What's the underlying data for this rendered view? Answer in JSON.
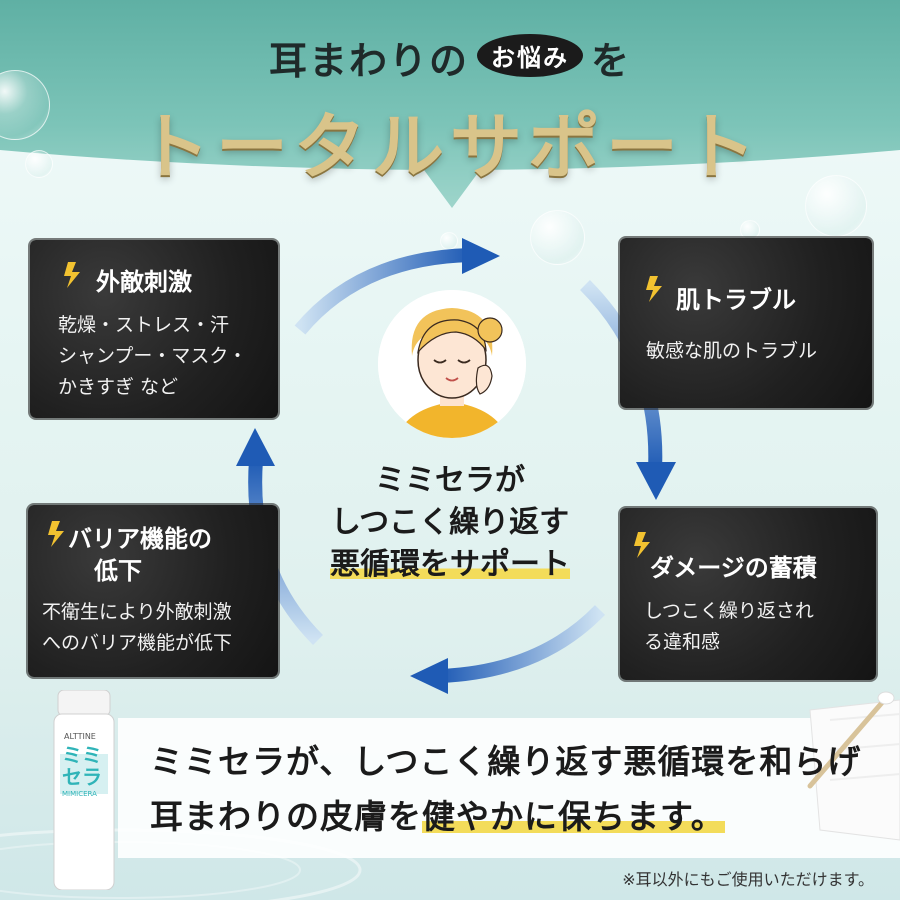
{
  "header": {
    "title_pre": "耳まわりの",
    "title_badge": "お悩み",
    "title_post": "を",
    "title_main": "トータルサポート"
  },
  "boxes": {
    "top_left": {
      "heading": "外敵刺激",
      "lines": [
        "乾燥・ストレス・汗",
        "シャンプー・マスク・",
        "かきすぎ など"
      ]
    },
    "top_right": {
      "heading": "肌トラブル",
      "lines": [
        "敏感な肌のトラブル"
      ]
    },
    "bottom_left": {
      "heading_lines": [
        "バリア機能の",
        "低下"
      ],
      "lines": [
        "不衛生により外敵刺激",
        "へのバリア機能が低下"
      ]
    },
    "bottom_right": {
      "heading": "ダメージの蓄積",
      "lines": [
        "しつこく繰り返され",
        "る違和感"
      ]
    }
  },
  "center": {
    "line1": "ミミセラが",
    "line2": "しつこく繰り返す",
    "line3": "悪循環をサポート"
  },
  "bottom": {
    "line1": "ミミセラが、しつこく繰り返す悪循環を和らげ",
    "line2_pre": "耳まわりの皮膚を",
    "line2_hl": "健やかに保ちます。",
    "note": "※耳以外にもご使用いただけます。"
  },
  "product": {
    "brand": "ALTTINE",
    "name_line1": "ミミ",
    "name_line2": "セラ",
    "sub": "MIMICERA"
  },
  "colors": {
    "teal": "#7fc3b8",
    "gold": "#d9c48a",
    "arrow_blue": "#2a63b8",
    "highlight": "#f3dc5a",
    "bolt": "#f2c230",
    "shirt": "#f2b52c",
    "hair": "#f2c35a"
  }
}
